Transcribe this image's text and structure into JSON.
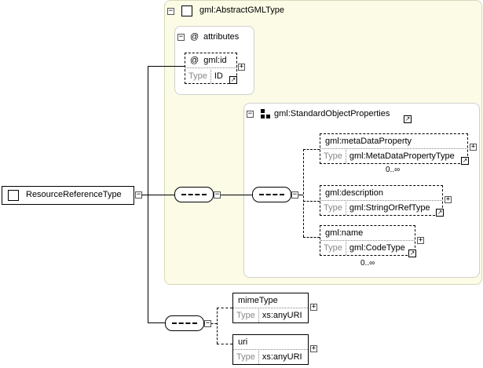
{
  "root": {
    "name": "ResourceReferenceType"
  },
  "base_type": {
    "name": "gml:AbstractGMLType"
  },
  "attributes_group": {
    "label": "attributes",
    "marker": "@",
    "items": [
      {
        "name": "gml:id",
        "type_label": "Type",
        "type_value": "ID"
      }
    ]
  },
  "standard_props": {
    "name": "gml:StandardObjectProperties",
    "elements": [
      {
        "name": "gml:metaDataProperty",
        "type_label": "Type",
        "type_value": "gml:MetaDataPropertyType",
        "occurrence": "0..∞"
      },
      {
        "name": "gml:description",
        "type_label": "Type",
        "type_value": "gml:StringOrRefType",
        "occurrence": ""
      },
      {
        "name": "gml:name",
        "type_label": "Type",
        "type_value": "gml:CodeType",
        "occurrence": "0..∞"
      }
    ]
  },
  "own_elements": [
    {
      "name": "mimeType",
      "type_label": "Type",
      "type_value": "xs:anyURI"
    },
    {
      "name": "uri",
      "type_label": "Type",
      "type_value": "xs:anyURI"
    }
  ],
  "symbols": {
    "collapse": "−",
    "expand": "+",
    "link": "↗"
  }
}
